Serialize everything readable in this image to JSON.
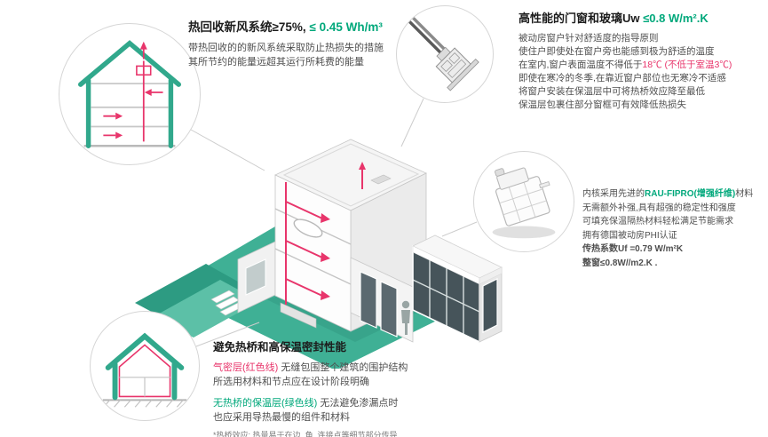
{
  "colors": {
    "teal_illustration": "#35ad91",
    "text_green": "#00a87b",
    "accent_red": "#e8356b",
    "body_text": "#4f4f4f",
    "title_text": "#1c1c1c"
  },
  "illustrations": {
    "ventilation_circle": "house-cross-section-with-airflow-arrows",
    "window_detail_circle": "window-frame-section-technical-drawing",
    "profile_circle": "window-profile-product-photo",
    "thermal_circle": "house-outline-with-airtight-layer",
    "center": "passive-house-isometric-cutaway"
  },
  "ventilation": {
    "title_main": "热回收新风系统≥75%,",
    "title_value": " ≤ 0.45 Wh/m³",
    "body": [
      "带热回收的的新风系统采取防止热损失的措施",
      "其所节约的能量远超其运行所耗费的能量"
    ]
  },
  "windows": {
    "title_main": "高性能的门窗和玻璃Uw ",
    "title_value": "≤0.8 W/m².K",
    "line1": "被动房窗户针对舒适度的指导原则",
    "line2": "使住户即使处在窗户旁也能感到极为舒适的温度",
    "line3_pre": "在室内,窗户表面温度不得低于",
    "line3_red": "18℃ (不低于室温3℃)",
    "line4": "即使在寒冷的冬季,在靠近窗户部位也无寒冷不适感",
    "line5": "将窗户安装在保温层中可将热桥效应降至最低",
    "line6": "保温层包裹住部分窗框可有效降低热损失"
  },
  "profile": {
    "line1_pre": "内核采用先进的",
    "line1_green": "RAU-FIPRO(增强纤维)",
    "line1_post": "材料",
    "line2": "无需额外补强,具有超强的稳定性和强度",
    "line3": "可填充保温隔热材料轻松满足节能需求",
    "line4": "拥有德国被动房PHI认证",
    "line5_green": "传热系数Uf =0.79 W/m²K",
    "line6_green": "整窗≤0.8W//m2.K ."
  },
  "thermal": {
    "title": "避免热桥和高保温密封性能",
    "red_label": "气密层(红色线)",
    "line1_rest": " 无缝包围整个建筑的围护结构",
    "line2": "所选用材料和节点应在设计阶段明确",
    "green_label": "无热桥的保温层(绿色线)",
    "line3_rest": " 无法避免渗漏点时",
    "line4": "也应采用导热最慢的组件和材料",
    "footnote": "*热桥效应: 热量易于在边, 角, 连接点等细节部分传导"
  }
}
